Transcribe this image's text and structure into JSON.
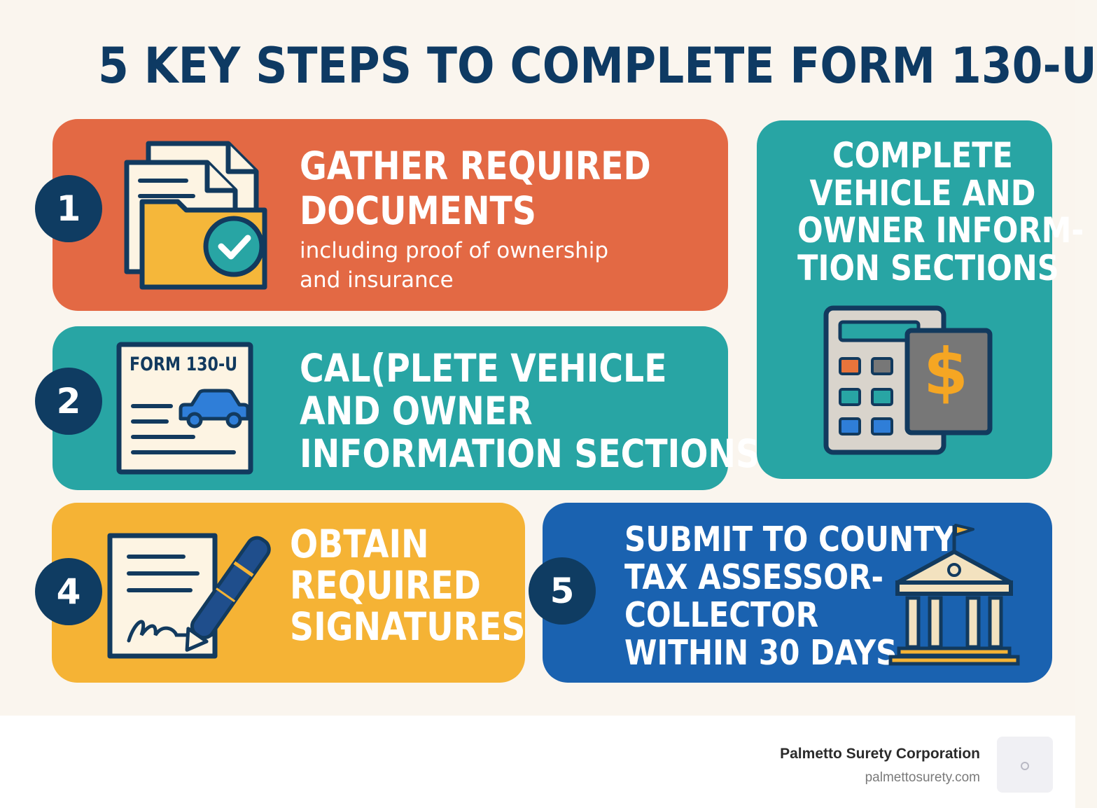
{
  "title": "5 KEY STEPS TO COMPLETE FORM 130-U",
  "steps": {
    "step1": {
      "number": "1",
      "heading_lines": [
        "GATHER REQUIRED",
        "DOCUMENTS"
      ],
      "description_lines": [
        "including proof of ownership",
        "and insurance"
      ],
      "icon": "documents-folder-check-icon",
      "color": "#e36944"
    },
    "step2": {
      "number": "2",
      "heading_lines": [
        "CAL(PLETE VEHICLE",
        "AND OWNER",
        "INFORMATION SECTIONS"
      ],
      "form_label": "FORM 130-U",
      "icon": "form-car-icon",
      "color": "#28a5a4"
    },
    "step3": {
      "heading_lines": [
        "COMPLETE",
        "VEHICLE AND",
        "OWNER INFORM-",
        "TION SECTIONS"
      ],
      "icon_symbol": "$",
      "icon": "calculator-dollar-icon",
      "color": "#28a5a4"
    },
    "step4": {
      "number": "4",
      "heading_lines": [
        "OBTAIN",
        "REQUIRED",
        "SIGNATURES"
      ],
      "icon": "document-pen-signature-icon",
      "color": "#f5b335"
    },
    "step5": {
      "number": "5",
      "heading_lines": [
        "SUBMIT TO COUNTY",
        "TAX ASSESSOR-",
        "COLLECTOR",
        "WITHIN 30 DAYS"
      ],
      "icon": "government-building-icon",
      "color": "#1a62b0"
    }
  },
  "footer": {
    "company": "Palmetto Surety Corporation",
    "url": "palmettosurety.com"
  }
}
